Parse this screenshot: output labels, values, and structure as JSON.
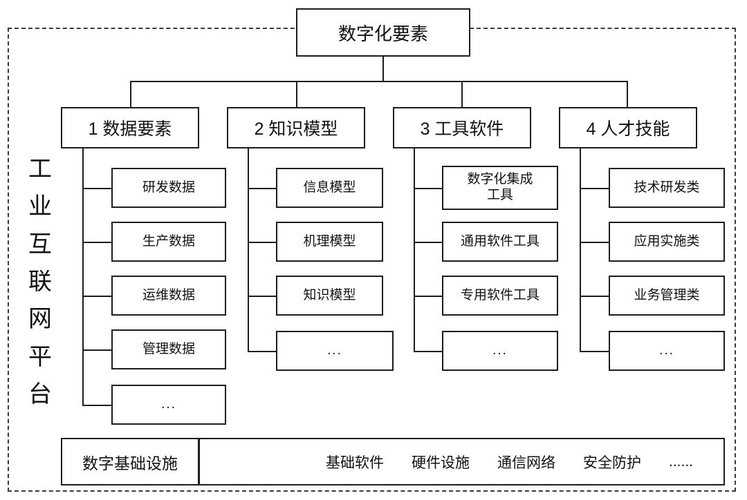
{
  "diagram": {
    "title": "数字化要素",
    "platform_label_chars": [
      "工",
      "业",
      "互",
      "联",
      "网",
      "平",
      "台"
    ],
    "platform_label_text": "工业互联网平台",
    "categories": [
      {
        "label": "1 数据要素",
        "items": [
          "研发数据",
          "生产数据",
          "运维数据",
          "管理数据",
          "..."
        ]
      },
      {
        "label": "2 知识模型",
        "items": [
          "信息模型",
          "机理模型",
          "知识模型",
          "..."
        ]
      },
      {
        "label": "3 工具软件",
        "items": [
          "数字化集成\n工具",
          "通用软件工具",
          "专用软件工具",
          "..."
        ]
      },
      {
        "label": "4 人才技能",
        "items": [
          "技术研发类",
          "应用实施类",
          "业务管理类",
          "..."
        ]
      }
    ],
    "infrastructure": {
      "label": "数字基础设施",
      "items": [
        "基础软件",
        "硬件设施",
        "通信网络",
        "安全防护",
        "......"
      ]
    },
    "colors": {
      "stroke": "#1d1d1d",
      "dashed_frame": "#3a3a3a",
      "background": "#ffffff",
      "text": "#111111"
    }
  }
}
